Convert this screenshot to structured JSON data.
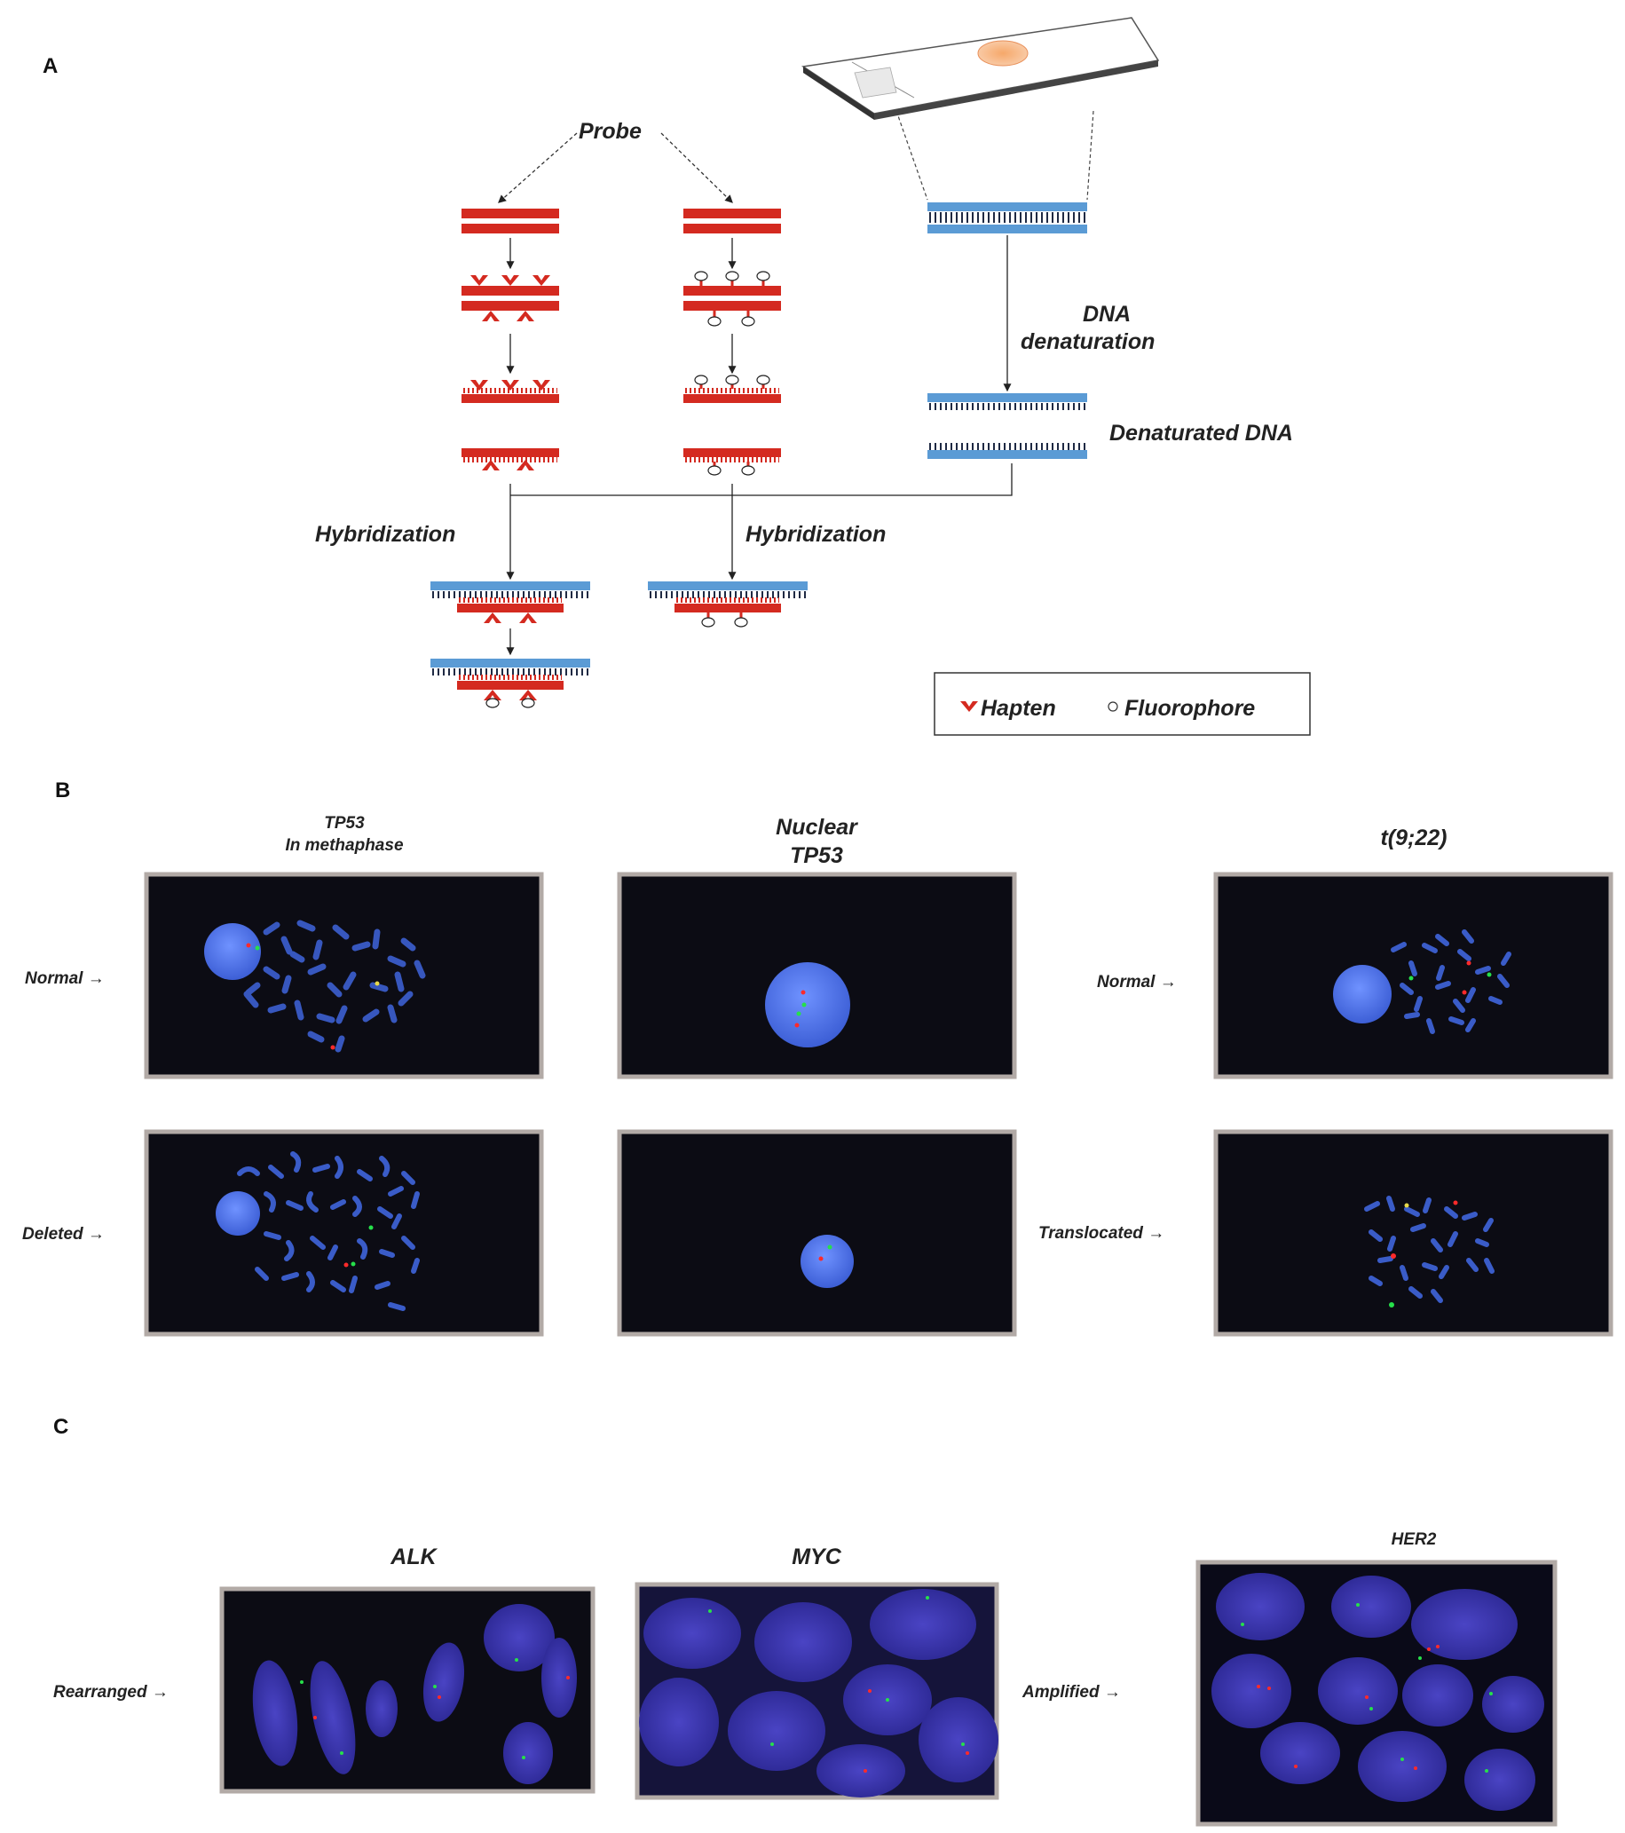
{
  "panels": {
    "a": {
      "letter": "A",
      "probe_label": "Probe",
      "dna_denaturation_line1": "DNA",
      "dna_denaturation_line2": "denaturation",
      "denatured_dna_label": "Denaturated DNA",
      "hybridization_left": "Hybridization",
      "hybridization_right": "Hybridization",
      "legend": {
        "hapten": "Hapten",
        "fluorophore": "Fluorophore"
      }
    },
    "b": {
      "letter": "B",
      "col1_title_line1": "TP53",
      "col1_title_line2": "In methaphase",
      "col2_title_line1": "Nuclear",
      "col2_title_line2": "TP53",
      "col3_title": "t(9;22)",
      "row_labels": {
        "normal_left": "Normal",
        "deleted": "Deleted",
        "normal_right": "Normal",
        "translocated": "Translocated"
      }
    },
    "c": {
      "letter": "C",
      "titles": {
        "alk": "ALK",
        "myc": "MYC",
        "her2": "HER2"
      },
      "labels": {
        "rearranged": "Rearranged",
        "amplified": "Amplified"
      }
    }
  },
  "colors": {
    "probe_red": "#d42a20",
    "target_blue": "#5b9bd5",
    "tick_dark": "#1f2a44",
    "micro_bg": "#0c0c14",
    "micro_frame": "#b2aaa6",
    "chromatin_blue": "#3a5cc8",
    "nucleus_blue": "#5a7fee",
    "c_nucleus": "#3a36a8",
    "signal_red": "#ff2a2a",
    "signal_green": "#26e04a"
  }
}
